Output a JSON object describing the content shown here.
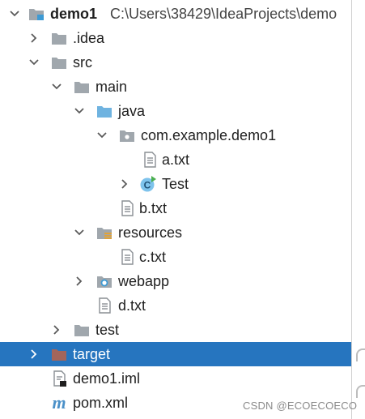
{
  "project": {
    "name": "demo1",
    "path": "C:\\Users\\38429\\IdeaProjects\\demo"
  },
  "tree": {
    "idea": ".idea",
    "src": "src",
    "main": "main",
    "java": "java",
    "package": "com.example.demo1",
    "a_txt": "a.txt",
    "test_class": "Test",
    "b_txt": "b.txt",
    "resources": "resources",
    "c_txt": "c.txt",
    "webapp": "webapp",
    "d_txt": "d.txt",
    "test": "test",
    "target": "target",
    "iml": "demo1.iml",
    "pom": "pom.xml"
  },
  "watermark": "CSDN @ECOECOECO",
  "colors": {
    "selection": "#2675bf",
    "folder": "#a0a7ad",
    "source_folder": "#6fb3e0",
    "excluded_folder": "#a3655b",
    "class_icon": "#3d9ad4",
    "maven": "#4a90c8"
  },
  "icons": {
    "module": "module-folder-icon",
    "folder": "folder-icon",
    "source_root": "source-root-folder-icon",
    "package": "package-icon",
    "resources": "resources-folder-icon",
    "web": "web-folder-icon",
    "excluded": "excluded-folder-icon",
    "text_file": "text-file-icon",
    "class": "java-class-icon",
    "iml": "iml-file-icon",
    "maven": "maven-pom-icon"
  }
}
